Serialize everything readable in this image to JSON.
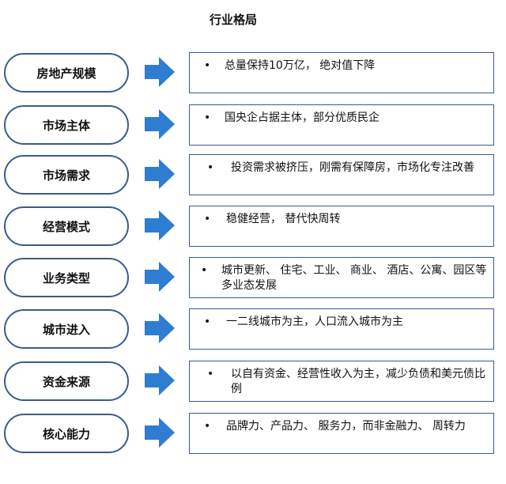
{
  "title": "行业格局",
  "colors": {
    "border": "#3b5a8c",
    "arrow": "#2e7dd1"
  },
  "rows": [
    {
      "label": "房地产规模",
      "bullet": "•",
      "text": "总量保持10万亿， 绝对值下降"
    },
    {
      "label": "市场主体",
      "bullet": "•",
      "text": "国央企占据主体，部分优质民企"
    },
    {
      "label": "市场需求",
      "bullet": "•",
      "text": "投资需求被挤压，刚需有保障房，市场化专注改善"
    },
    {
      "label": "经营模式",
      "bullet": "•",
      "text": "稳健经营， 替代快周转"
    },
    {
      "label": "业务类型",
      "bullet": "•",
      "text": "城市更新、 住宅、工业、 商业、 酒店、公寓、园区等多业态发展"
    },
    {
      "label": "城市进入",
      "bullet": "•",
      "text": "一二线城市为主，人口流入城市为主"
    },
    {
      "label": "资金来源",
      "bullet": "•",
      "text": "以自有资金、经营性收入为主，减少负债和美元债比例"
    },
    {
      "label": "核心能力",
      "bullet": "•",
      "text": "品牌力、产品力、 服务力，而非金融力、 周转力"
    }
  ]
}
